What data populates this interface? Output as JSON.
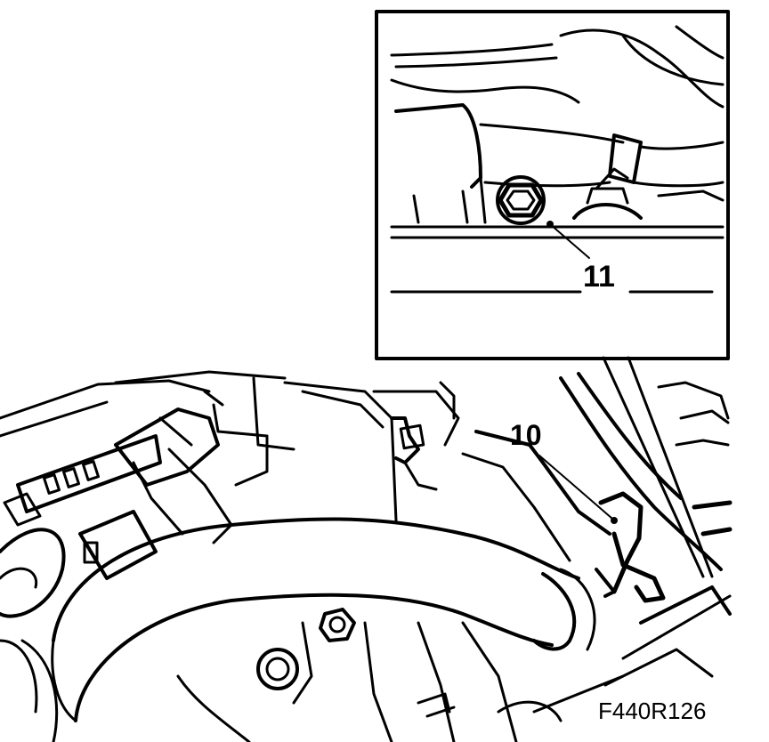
{
  "figure": {
    "callouts": {
      "detail_label": "11",
      "main_label": "10"
    },
    "figure_code": "F440R126"
  },
  "palette": {
    "line": "#000000",
    "background": "#ffffff"
  }
}
